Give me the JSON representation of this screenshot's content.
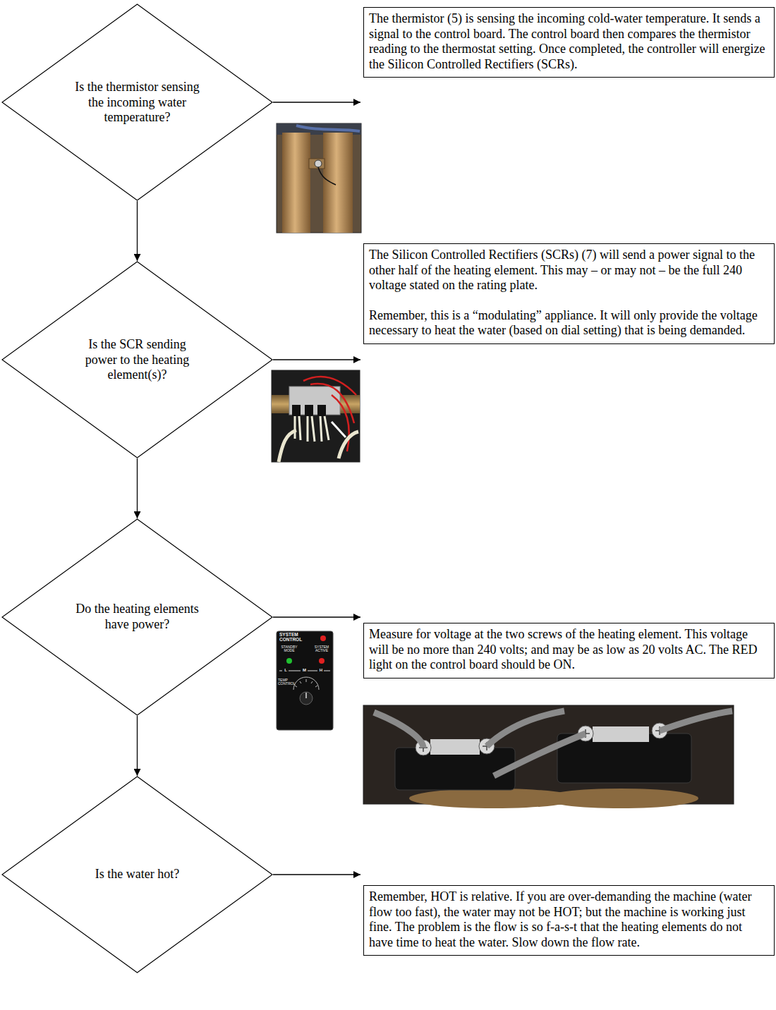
{
  "diagram": {
    "nodes": [
      {
        "text": [
          "Is the thermistor sensing the incoming water temperature?"
        ]
      },
      {
        "text": [
          "The thermistor (5) is sensing the incoming cold-water temperature. It sends a signal to the control board. The control board then compares the thermistor reading to the thermostat setting. Once completed, the controller will energize the Silicon Controlled Rectifiers (SCRs)."
        ]
      },
      {
        "text": [
          "Is the SCR sending power to the heating element(s)?"
        ]
      },
      {
        "text": [
          "The Silicon Controlled Rectifiers (SCRs) (7) will send a power signal to the other half of the heating element. This may – or may not – be the full 240 voltage stated on the rating plate.",
          "Remember, this is a “modulating” appliance. It will only provide the voltage necessary to heat the water (based on dial setting) that is being demanded."
        ]
      },
      {
        "text": [
          "Do the heating elements have power?"
        ]
      },
      {
        "text": [
          "Measure for voltage at the two screws of the heating element. This voltage will be no more than 240 volts; and may be as low as 20 volts AC. The RED light on the control board should be ON."
        ]
      },
      {
        "text": [
          "Is the water hot?"
        ]
      },
      {
        "text": [
          "Remember, HOT is relative. If you are over-demanding the machine (water flow too fast), the water may not be HOT; but the machine is working just fine. The problem is the flow is so f-a-s-t that the heating elements do not have time to heat the water. Slow down the flow rate."
        ]
      }
    ],
    "edges": [
      {
        "from": 0,
        "to": 1,
        "arrow": "to"
      },
      {
        "from": 0,
        "to": 2,
        "arrow": "to"
      },
      {
        "from": 2,
        "to": 3,
        "arrow": "to"
      },
      {
        "from": 2,
        "to": 4,
        "arrow": "to"
      },
      {
        "from": 4,
        "to": 5,
        "arrow": "to"
      },
      {
        "from": 4,
        "to": 6,
        "arrow": "to"
      },
      {
        "from": 6,
        "to": 7,
        "arrow": "to"
      }
    ],
    "labels": [
      "SYSTEM CONTROL",
      "STANDBY MODE",
      "SYSTEM ACTIVE",
      "L",
      "M",
      "H",
      "TEMP CONTROL"
    ]
  }
}
